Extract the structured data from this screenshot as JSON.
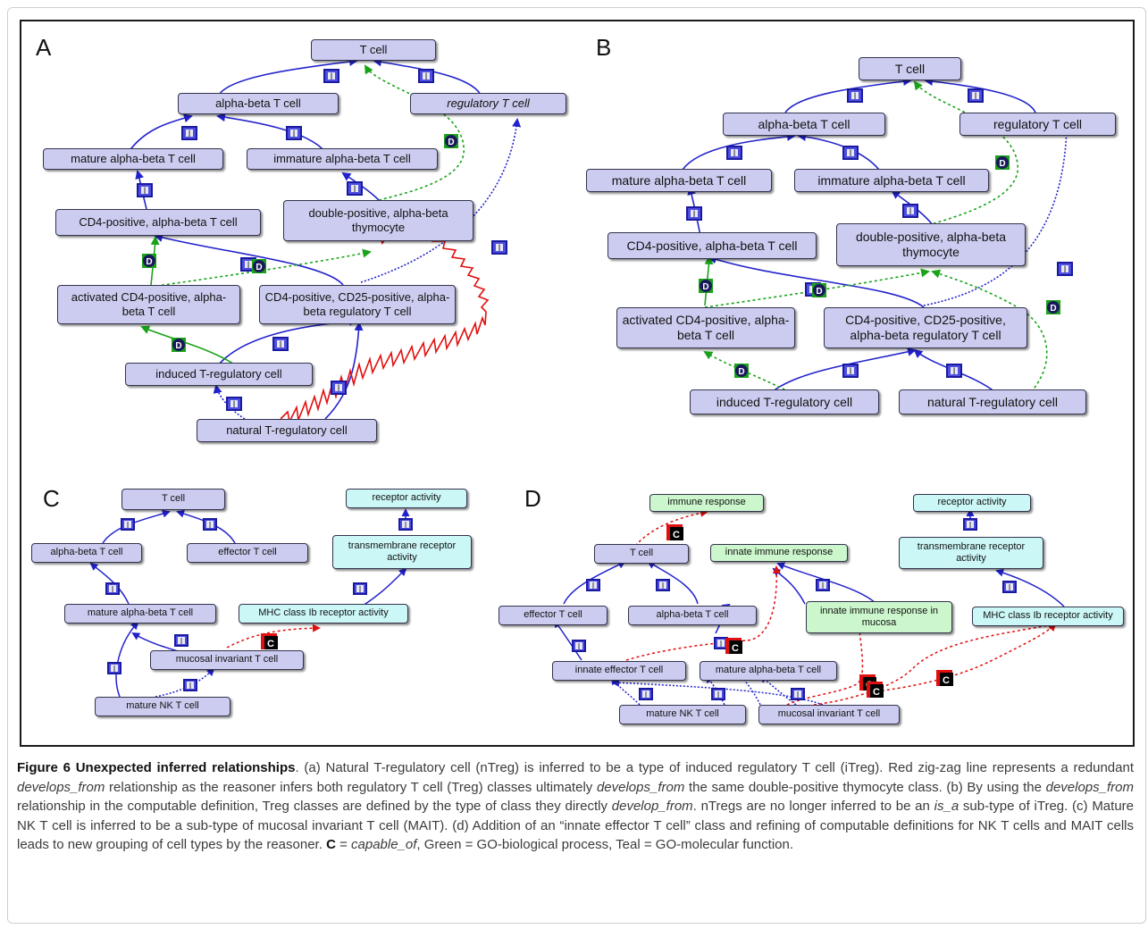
{
  "panels": {
    "a": {
      "label": "A",
      "nodes": {
        "t_cell": "T cell",
        "alpha_beta": "alpha-beta T cell",
        "regulatory": "regulatory T cell",
        "mature_ab": "mature alpha-beta T cell",
        "immature_ab": "immature alpha-beta T cell",
        "cd4_ab": "CD4-positive, alpha-beta T cell",
        "dp_thymocyte": "double-positive, alpha-beta thymocyte",
        "activated_cd4": "activated CD4-positive, alpha-beta T cell",
        "cd4_cd25": "CD4-positive, CD25-positive, alpha-beta regulatory T cell",
        "induced_treg": "induced T-regulatory cell",
        "natural_treg": "natural T-regulatory cell"
      }
    },
    "b": {
      "label": "B",
      "nodes": {
        "t_cell": "T cell",
        "alpha_beta": "alpha-beta T cell",
        "regulatory": "regulatory T cell",
        "mature_ab": "mature alpha-beta T cell",
        "immature_ab": "immature alpha-beta T cell",
        "cd4_ab": "CD4-positive, alpha-beta T cell",
        "dp_thymocyte": "double-positive, alpha-beta thymocyte",
        "activated_cd4": "activated CD4-positive, alpha-beta T cell",
        "cd4_cd25": "CD4-positive, CD25-positive, alpha-beta regulatory T cell",
        "induced_treg": "induced T-regulatory cell",
        "natural_treg": "natural T-regulatory cell"
      }
    },
    "c": {
      "label": "C",
      "nodes": {
        "t_cell": "T cell",
        "alpha_beta": "alpha-beta T cell",
        "effector": "effector T cell",
        "mature_ab": "mature alpha-beta T cell",
        "receptor_activity": "receptor activity",
        "transmembrane": "transmembrane receptor activity",
        "mhc": "MHC class Ib receptor activity",
        "mucosal": "mucosal invariant T cell",
        "mature_nk": "mature NK T cell"
      }
    },
    "d": {
      "label": "D",
      "nodes": {
        "immune_response": "immune response",
        "receptor_activity": "receptor activity",
        "t_cell": "T cell",
        "innate_immune": "innate immune response",
        "transmembrane": "transmembrane receptor activity",
        "effector": "effector T cell",
        "alpha_beta": "alpha-beta T cell",
        "innate_mucosa": "innate immune response in mucosa",
        "mhc": "MHC class Ib receptor activity",
        "innate_effector": "innate effector T cell",
        "mature_ab": "mature alpha-beta T cell",
        "mature_nk": "mature NK T cell",
        "mucosal": "mucosal invariant T cell"
      }
    }
  },
  "badges": {
    "is_a": "I",
    "develops_from": "D",
    "capable_of": "C"
  },
  "colors": {
    "cell_class": "#ccccf0",
    "biological_process": "#ccf7cc",
    "molecular_function": "#ccf7f7",
    "is_a_edge": "#2222cc",
    "develops_from_edge": "#1aa31a",
    "capable_of_edge": "#e01010"
  },
  "caption": {
    "figure_label": "Figure 6 Unexpected inferred relationships",
    "t1": ". (a) Natural T-regulatory cell (nTreg) is inferred to be a type of induced regulatory T cell (iTreg). Red zig-zag line represents a redundant ",
    "i1": "develops_from",
    "t2": " relationship as the reasoner infers both regulatory T cell (Treg) classes ultimately ",
    "i2": "develops_from",
    "t3": " the same double-positive thymocyte class. (b) By using the ",
    "i3": "develops_from",
    "t4": " relationship in the computable definition, Treg classes are defined by the type of class they directly ",
    "i4": "develop_from",
    "t5": ". nTregs are no longer inferred to be an ",
    "i5": "is_a",
    "t6": " sub-type of iTreg. (c) Mature NK T cell is inferred to be a sub-type of mucosal invariant T cell (MAIT). (d) Addition of an “innate effector T cell” class and refining of computable definitions for NK T cells and MAIT cells leads to new grouping of cell types by the reasoner. ",
    "b1": "C",
    "t7": " = ",
    "i6": "capable_of",
    "t8": ", Green = GO-biological process, Teal = GO-molecular function."
  }
}
